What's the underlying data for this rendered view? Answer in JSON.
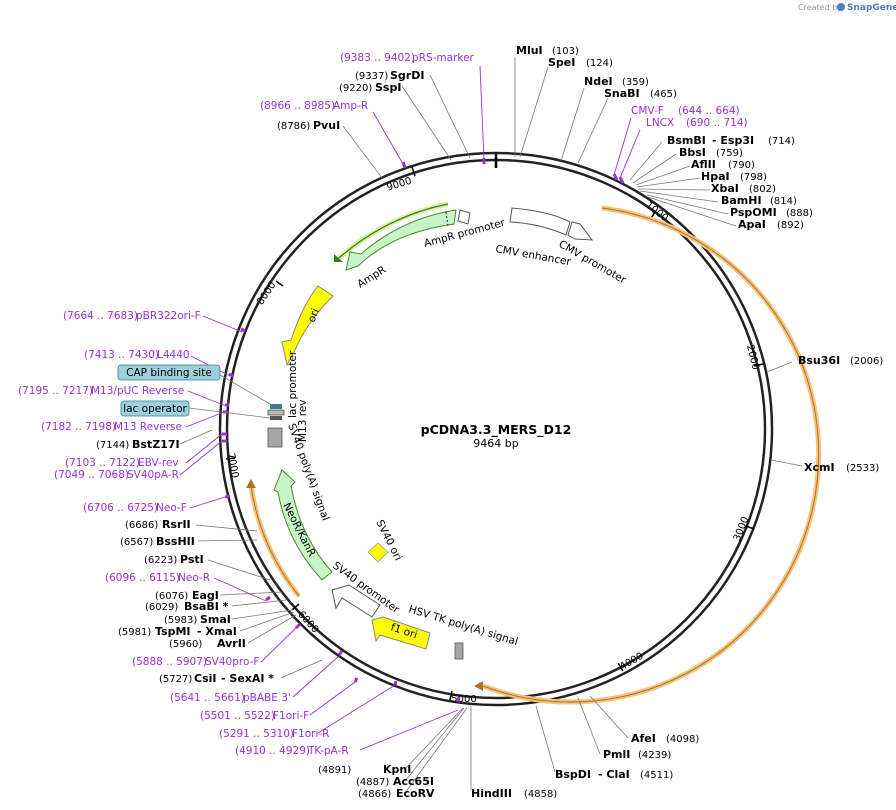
{
  "credit": {
    "prefix": "Created by",
    "brand": "SnapGene"
  },
  "plasmid": {
    "name": "pCDNA3.3_MERS_D12",
    "length": "9464 bp"
  },
  "ring_ticks": [
    "1000",
    "2000",
    "3000",
    "4000",
    "5000",
    "6000",
    "7000",
    "8000",
    "9000"
  ],
  "sites": [
    {
      "name": "MluI",
      "pos": "(103)"
    },
    {
      "name": "SpeI",
      "pos": "(124)"
    },
    {
      "name": "NdeI",
      "pos": "(359)"
    },
    {
      "name": "SnaBI",
      "pos": "(465)"
    },
    {
      "name": "BsmBI",
      "suffix": "- Esp3I",
      "pos": "(714)"
    },
    {
      "name": "BbsI",
      "pos": "(759)"
    },
    {
      "name": "AflII",
      "pos": "(790)"
    },
    {
      "name": "HpaI",
      "pos": "(798)"
    },
    {
      "name": "XbaI",
      "pos": "(802)"
    },
    {
      "name": "BamHI",
      "pos": "(814)"
    },
    {
      "name": "PspOMI",
      "pos": "(888)"
    },
    {
      "name": "ApaI",
      "pos": "(892)"
    },
    {
      "name": "Bsu36I",
      "pos": "(2006)"
    },
    {
      "name": "XcmI",
      "pos": "(2533)"
    },
    {
      "name": "AfeI",
      "pos": "(4098)"
    },
    {
      "name": "PmlI",
      "pos": "(4239)"
    },
    {
      "name": "BspDI",
      "suffix": "- ClaI",
      "pos": "(4511)"
    },
    {
      "name": "HindIII",
      "pos": "(4858)"
    },
    {
      "name": "EcoRV",
      "pos": "(4866)"
    },
    {
      "name": "Acc65I",
      "pos": "(4887)"
    },
    {
      "name": "KpnI",
      "pos": "(4891)"
    },
    {
      "name": "CsiI",
      "suffix": "- SexAI *",
      "pos": "(5727)"
    },
    {
      "name": "AvrII",
      "pos": "(5960)"
    },
    {
      "name": "TspMI",
      "suffix": "- XmaI",
      "pos": "(5981)"
    },
    {
      "name": "SmaI",
      "pos": "(5983)"
    },
    {
      "name": "BsaBI *",
      "pos": "(6029)"
    },
    {
      "name": "EagI",
      "pos": "(6076)"
    },
    {
      "name": "PstI",
      "pos": "(6223)"
    },
    {
      "name": "BssHII",
      "pos": "(6567)"
    },
    {
      "name": "RsrII",
      "pos": "(6686)"
    },
    {
      "name": "BstZ17I",
      "pos": "(7144)"
    },
    {
      "name": "PvuI",
      "pos": "(8786)"
    },
    {
      "name": "SspI",
      "pos": "(9220)"
    },
    {
      "name": "SgrDI",
      "pos": "(9337)"
    }
  ],
  "primers": [
    {
      "name": "pRS-marker",
      "pos": "(9383 .. 9402)"
    },
    {
      "name": "Amp-R",
      "pos": "(8966 .. 8985)"
    },
    {
      "name": "CMV-F",
      "pos": "(644 .. 664)"
    },
    {
      "name": "LNCX",
      "pos": "(690 .. 714)"
    },
    {
      "name": "pBR322ori-F",
      "pos": "(7664 .. 7683)"
    },
    {
      "name": "L4440",
      "pos": "(7413 .. 7430)"
    },
    {
      "name": "M13/pUC Reverse",
      "pos": "(7195 .. 7217)"
    },
    {
      "name": "M13 Reverse",
      "pos": "(7182 .. 7198)"
    },
    {
      "name": "EBV-rev",
      "pos": "(7103 .. 7122)"
    },
    {
      "name": "SV40pA-R",
      "pos": "(7049 .. 7068)"
    },
    {
      "name": "Neo-F",
      "pos": "(6706 .. 6725)"
    },
    {
      "name": "Neo-R",
      "pos": "(6096 .. 6115)"
    },
    {
      "name": "SV40pro-F",
      "pos": "(5888 .. 5907)"
    },
    {
      "name": "pBABE 3'",
      "pos": "(5641 .. 5661)"
    },
    {
      "name": "F1ori-F",
      "pos": "(5501 .. 5522)"
    },
    {
      "name": "F1ori-R",
      "pos": "(5291 .. 5310)"
    },
    {
      "name": "TK-pA-R",
      "pos": "(4910 .. 4929)"
    }
  ],
  "boxed_features": [
    "CAP binding site",
    "lac operator"
  ],
  "features": {
    "ampr_promoter": "AmpR promoter",
    "ampr": "AmpR",
    "ori": "ori",
    "cmv_enhancer": "CMV enhancer",
    "cmv_promoter": "CMV promoter",
    "lac_promoter": "lac promoter",
    "m13_rev": "M13 rev",
    "sv40_polya": "SV40 poly(A) signal",
    "neor": "NeoR/KanR",
    "sv40_ori": "SV40 ori",
    "sv40_promoter": "SV40 promoter",
    "f1_ori": "f1 ori",
    "hsv_tk": "HSV TK poly(A) signal"
  },
  "colors": {
    "primer": "#9b30d9",
    "ampr_fill": "#c8f5c8",
    "ampr_stroke": "#4a8a2a",
    "ori_fill": "#ffff00",
    "orf_highlight": "#f5c27a",
    "label_box": "#9ecfdc",
    "ring": "#222222"
  }
}
